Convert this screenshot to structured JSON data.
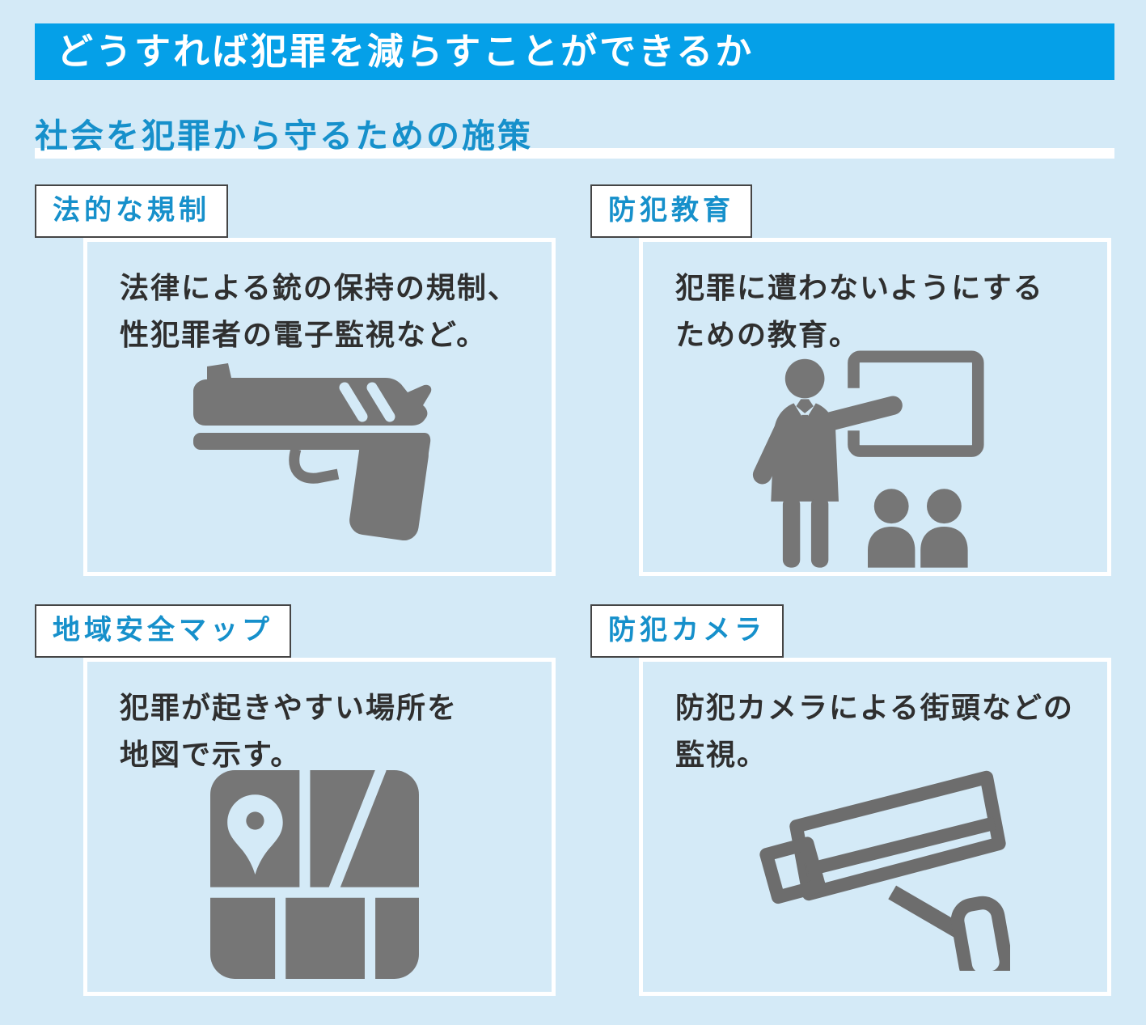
{
  "header": {
    "title": "どうすれば犯罪を減らすことができるか"
  },
  "subtitle": {
    "text": "社会を犯罪から守るための施策"
  },
  "cards": [
    {
      "badge": "法的な規制",
      "body": "法律による銃の保持の規制、\n性犯罪者の電子監視など。",
      "icon": "handgun-icon"
    },
    {
      "badge": "防犯教育",
      "body": "犯罪に遭わないようにする\nための教育。",
      "icon": "teacher-presentation-icon"
    },
    {
      "badge": "地域安全マップ",
      "body": "犯罪が起きやすい場所を\n地図で示す。",
      "icon": "map-pin-icon"
    },
    {
      "badge": "防犯カメラ",
      "body": "防犯カメラによる街頭などの\n監視。",
      "icon": "cctv-camera-icon"
    }
  ],
  "colors": {
    "page_bg": "#d4eaf7",
    "header_bg": "#05a0e8",
    "accent_text": "#1690cb",
    "body_text": "#2f2f2f",
    "icon_gray": "#767676",
    "camera_gray": "#6d6d6d",
    "card_border": "#ffffff",
    "badge_border": "#454545"
  }
}
